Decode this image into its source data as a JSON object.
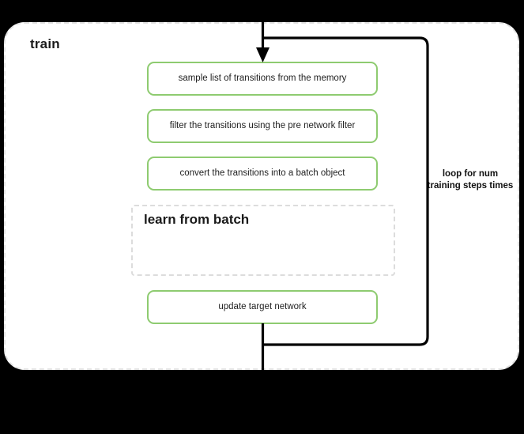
{
  "diagram": {
    "title": "train",
    "background_color": "#000000",
    "panel_color": "#ffffff",
    "accent_color": "#8ecb70",
    "dashed_border_color": "#e2e2e2",
    "connector_color": "#000000"
  },
  "steps": [
    {
      "id": "sample",
      "label": "sample list of transitions from the memory"
    },
    {
      "id": "filter",
      "label": "filter the transitions using the pre network filter"
    },
    {
      "id": "convert",
      "label": "convert the transitions into a batch object"
    },
    {
      "id": "update",
      "label": "update target network"
    }
  ],
  "learn_group": {
    "title": "learn from batch"
  },
  "loop": {
    "label": "loop for num training steps times"
  },
  "icons": {
    "arrow_down": "arrow-down-icon",
    "loop_path": "loop-path-icon"
  }
}
